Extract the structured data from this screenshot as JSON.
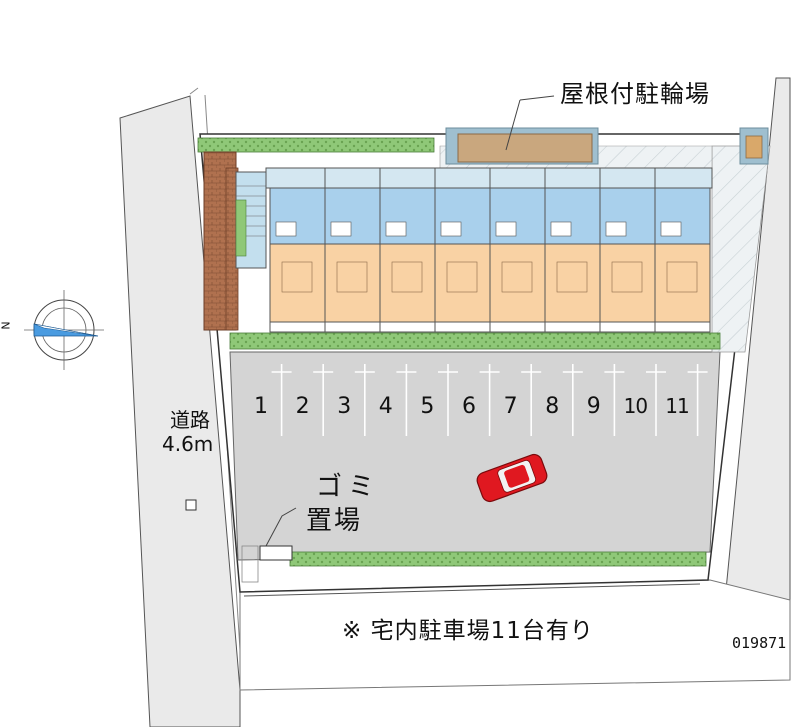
{
  "labels": {
    "bike_parking": "屋根付駐輪場",
    "road_name": "道路",
    "road_width": "4.6m",
    "garbage_line1": "ゴミ",
    "garbage_line2": "置場",
    "note": "※ 宅内駐車場11台有り",
    "property_code": "019871",
    "compass_north": "N"
  },
  "parking_stalls": [
    "1",
    "2",
    "3",
    "4",
    "5",
    "6",
    "7",
    "8",
    "9",
    "10",
    "11"
  ],
  "colors": {
    "lot": "#d4d4d4",
    "road": "#eaeaea",
    "green_strip": "#8fc878",
    "unit_living": "#f9d2a4",
    "unit_wet_area": "#a9d0ec",
    "corridor": "#d4e7f1",
    "stairs": "#c3dfee",
    "brick": "#b0714f",
    "bike_shelter": "#c9a77e",
    "car": "#e01820"
  },
  "building": {
    "units": 8
  }
}
